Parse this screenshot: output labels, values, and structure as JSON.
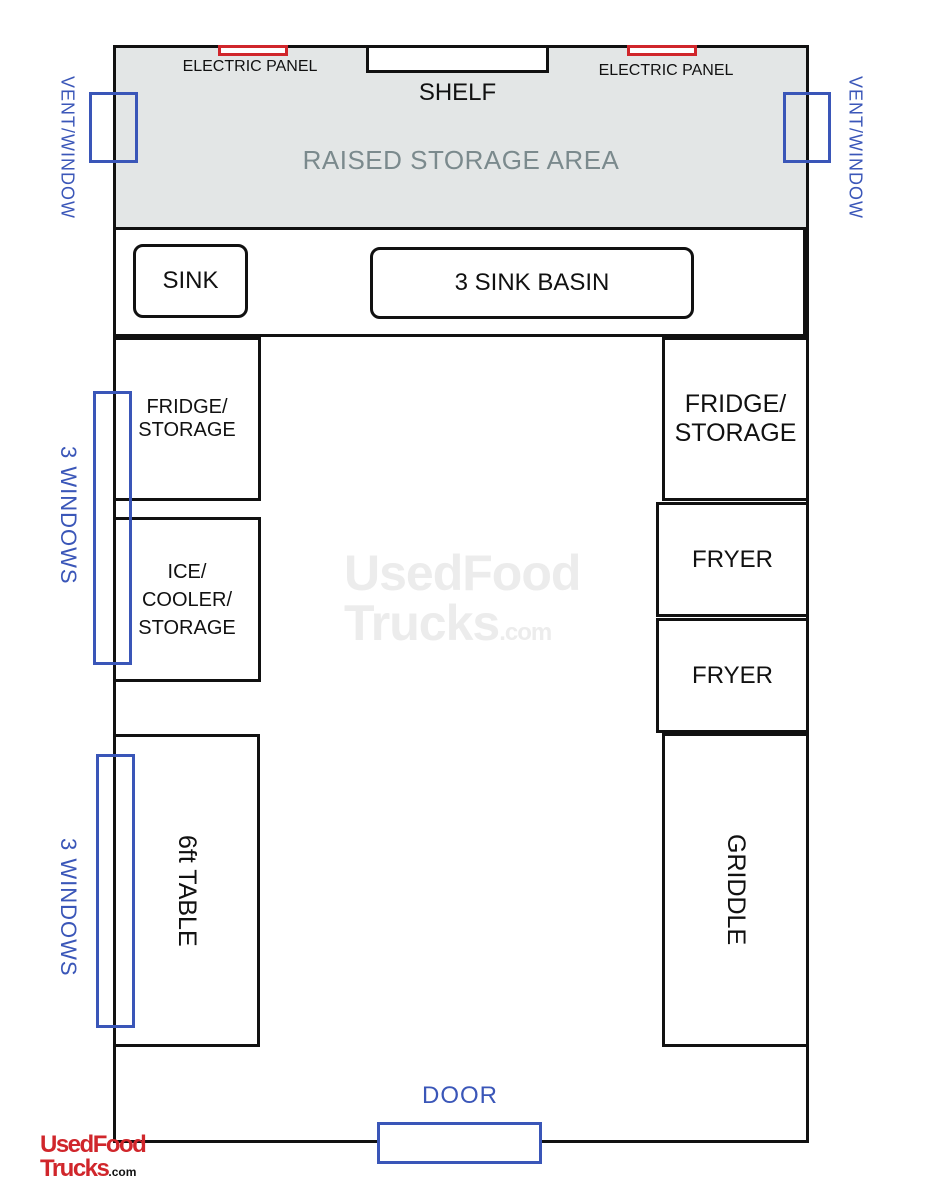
{
  "labels": {
    "electric_panel_left": "ELECTRIC PANEL",
    "electric_panel_right": "ELECTRIC PANEL",
    "shelf": "SHELF",
    "raised_storage": "RAISED STORAGE AREA",
    "vent_window_left": "VENT/WINDOW",
    "vent_window_right": "VENT/WINDOW",
    "sink": "SINK",
    "three_sink_basin": "3 SINK BASIN",
    "fridge_storage_left_1": "FRIDGE/",
    "fridge_storage_left_2": "STORAGE",
    "ice_1": "ICE/",
    "ice_2": "COOLER/",
    "ice_3": "STORAGE",
    "fridge_storage_right_1": "FRIDGE/",
    "fridge_storage_right_2": "STORAGE",
    "fryer_1": "FRYER",
    "fryer_2": "FRYER",
    "griddle": "GRIDDLE",
    "table": "6ft TABLE",
    "windows_upper": "3 WINDOWS",
    "windows_lower": "3 WINDOWS",
    "door": "DOOR"
  },
  "watermark": {
    "line1": "UsedFood",
    "line2": "Trucks",
    "suffix": ".com"
  },
  "logo": {
    "line1": "UsedFood",
    "line2": "Trucks",
    "suffix": ".com"
  },
  "colors": {
    "outline": "#111111",
    "window_blue": "#3a56b8",
    "panel_red": "#d0262b",
    "raised_fill": "#e3e6e6",
    "raised_text": "#7b8a8d",
    "logo_red": "#d0262b",
    "logo_black": "#111111"
  }
}
